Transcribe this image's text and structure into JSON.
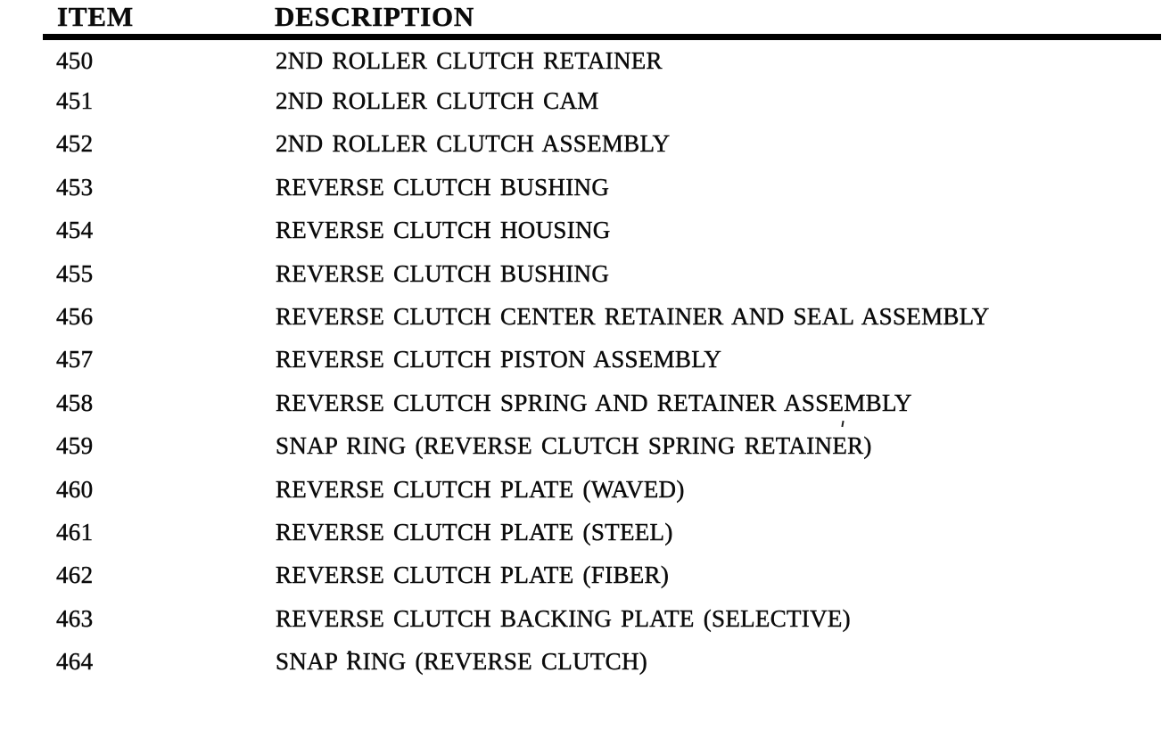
{
  "document": {
    "kind": "scanned-parts-list",
    "columns": {
      "item": "ITEM",
      "description": "DESCRIPTION"
    },
    "rows": [
      {
        "item": "450",
        "description": "2ND ROLLER CLUTCH RETAINER"
      },
      {
        "item": "451",
        "description": "2ND ROLLER CLUTCH CAM"
      },
      {
        "item": "452",
        "description": "2ND ROLLER CLUTCH ASSEMBLY"
      },
      {
        "item": "453",
        "description": "REVERSE CLUTCH BUSHING"
      },
      {
        "item": "454",
        "description": "REVERSE CLUTCH HOUSING"
      },
      {
        "item": "455",
        "description": "REVERSE CLUTCH BUSHING"
      },
      {
        "item": "456",
        "description": "REVERSE CLUTCH CENTER RETAINER AND SEAL ASSEMBLY"
      },
      {
        "item": "457",
        "description": "REVERSE CLUTCH PISTON ASSEMBLY"
      },
      {
        "item": "458",
        "description": "REVERSE CLUTCH SPRING AND RETAINER ASSEMBLY"
      },
      {
        "item": "459",
        "description": "SNAP RING (REVERSE CLUTCH SPRING RETAINER)"
      },
      {
        "item": "460",
        "description": "REVERSE CLUTCH PLATE (WAVED)"
      },
      {
        "item": "461",
        "description": "REVERSE CLUTCH PLATE (STEEL)"
      },
      {
        "item": "462",
        "description": "REVERSE CLUTCH PLATE (FIBER)"
      },
      {
        "item": "463",
        "description": "REVERSE CLUTCH BACKING PLATE (SELECTIVE)"
      },
      {
        "item": "464",
        "description": "SNAP RING (REVERSE CLUTCH)"
      }
    ],
    "colors": {
      "text": "#0b0b0b",
      "rule": "#000000",
      "background": "#ffffff"
    }
  }
}
